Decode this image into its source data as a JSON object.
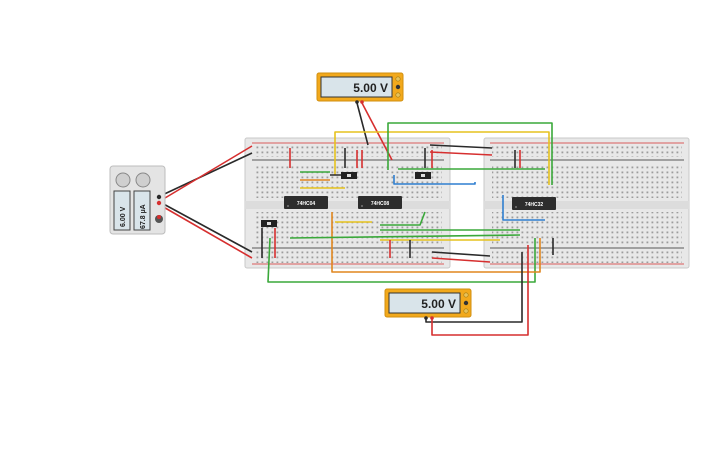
{
  "meters": {
    "top": {
      "reading": "5.00 V"
    },
    "bottom": {
      "reading": "5.00 V"
    }
  },
  "power_supply": {
    "voltage": "6.00 V",
    "current": "67.8 µA"
  },
  "chips": {
    "chip1": {
      "label": "74HC04"
    },
    "chip2": {
      "label": "74HC08"
    },
    "chip3": {
      "label": "74HC32"
    }
  },
  "colors": {
    "breadboard": "#e9e9e9",
    "meter_frame": "#f2a91c",
    "meter_screen": "#d9e4ea",
    "wire_red": "#d62f2f",
    "wire_black": "#2a2a2a",
    "wire_green": "#3aa83a",
    "wire_yellow": "#e6c21e",
    "wire_orange": "#e0861f",
    "wire_blue": "#2f7fd0",
    "chip": "#2d2d2d"
  }
}
